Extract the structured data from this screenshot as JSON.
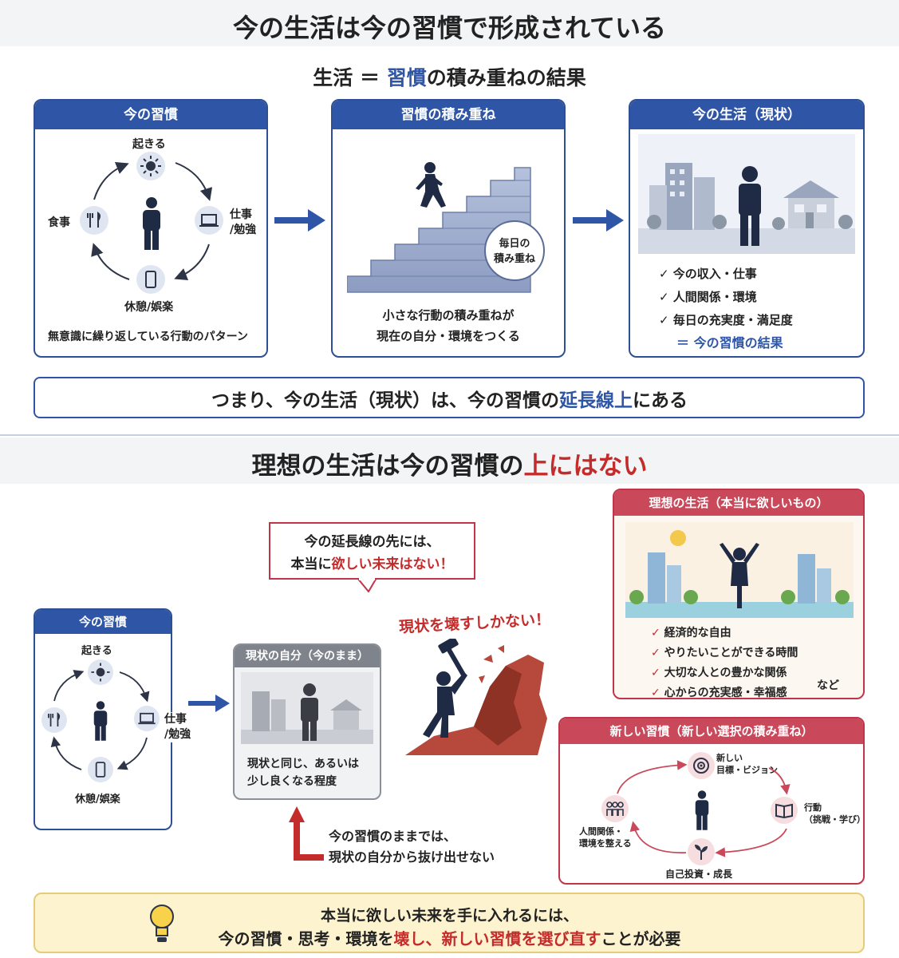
{
  "top": {
    "title": "今の生活は今の習慣で形成されている",
    "subtitle_pre": "生活 ＝ ",
    "subtitle_hl": "習慣",
    "subtitle_post": "の積み重ねの結果",
    "card1": {
      "header": "今の習慣",
      "wake": "起きる",
      "work": "仕事\n/勉強",
      "rest": "休憩/娯楽",
      "meal": "食事",
      "caption": "無意識に繰り返している行動のパターン"
    },
    "card2": {
      "header": "習慣の積み重ね",
      "badge": "毎日の\n積み重ね",
      "caption1": "小さな行動の積み重ねが",
      "caption2": "現在の自分・環境をつくる"
    },
    "card3": {
      "header": "今の生活（現状）",
      "checks": [
        "今の収入・仕事",
        "人間関係・環境",
        "毎日の充実度・満足度"
      ],
      "result": "＝ 今の習慣の結果"
    },
    "summary_pre": "つまり、今の生活（現状）は、今の習慣の",
    "summary_hl": "延長線上",
    "summary_post": "にある"
  },
  "bottom": {
    "title_pre": "理想の生活は今の習慣の",
    "title_hl": "上にはない",
    "bubble_line1": "今の延長線の先には、",
    "bubble_pre": "本当に",
    "bubble_hl": "欲しい未来はない！",
    "habit_card": {
      "header": "今の習慣",
      "wake": "起きる",
      "work": "仕事\n/勉強",
      "rest": "休憩/娯楽"
    },
    "status_card": {
      "header": "現状の自分（今のまま）",
      "caption1": "現状と同じ、あるいは",
      "caption2": "少し良くなる程度"
    },
    "break_text": "現状を壊すしかない！",
    "stuck1": "今の習慣のままでは、",
    "stuck2": "現状の自分から抜け出せない",
    "ideal_card": {
      "header": "理想の生活（本当に欲しいもの）",
      "checks": [
        "経済的な自由",
        "やりたいことができる時間",
        "大切な人との豊かな関係",
        "心からの充実感・幸福感"
      ],
      "etc": "など"
    },
    "new_card": {
      "header": "新しい習慣（新しい選択の積み重ね）",
      "goal": "新しい\n目標・ビジョン",
      "action": "行動\n（挑戦・学び）",
      "growth": "自己投資・成長",
      "relation": "人間関係・\n環境を整える"
    },
    "footer1": "本当に欲しい未来を手に入れるには、",
    "footer_pre": "今の習慣・思考・環境を",
    "footer_hl1": "壊し",
    "footer_mid": "、",
    "footer_hl2": "新しい習慣を選び直す",
    "footer_post": "ことが必要"
  },
  "colors": {
    "blue": "#2f56a6",
    "red": "#c9485a",
    "navy": "#1f2a44"
  }
}
